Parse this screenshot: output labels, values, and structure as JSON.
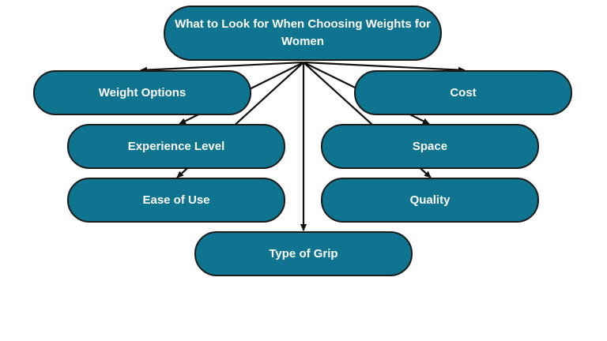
{
  "colors": {
    "node_fill": "#0e7490",
    "node_border": "#1b1b1b",
    "text": "#ffffff",
    "arrow": "#111111"
  },
  "diagram": {
    "root": "What to Look for When Choosing Weights for Women",
    "nodes": {
      "weight_options": "Weight Options",
      "cost": "Cost",
      "experience_level": "Experience Level",
      "space": "Space",
      "ease_of_use": "Ease of Use",
      "quality": "Quality",
      "type_of_grip": "Type of Grip"
    }
  }
}
